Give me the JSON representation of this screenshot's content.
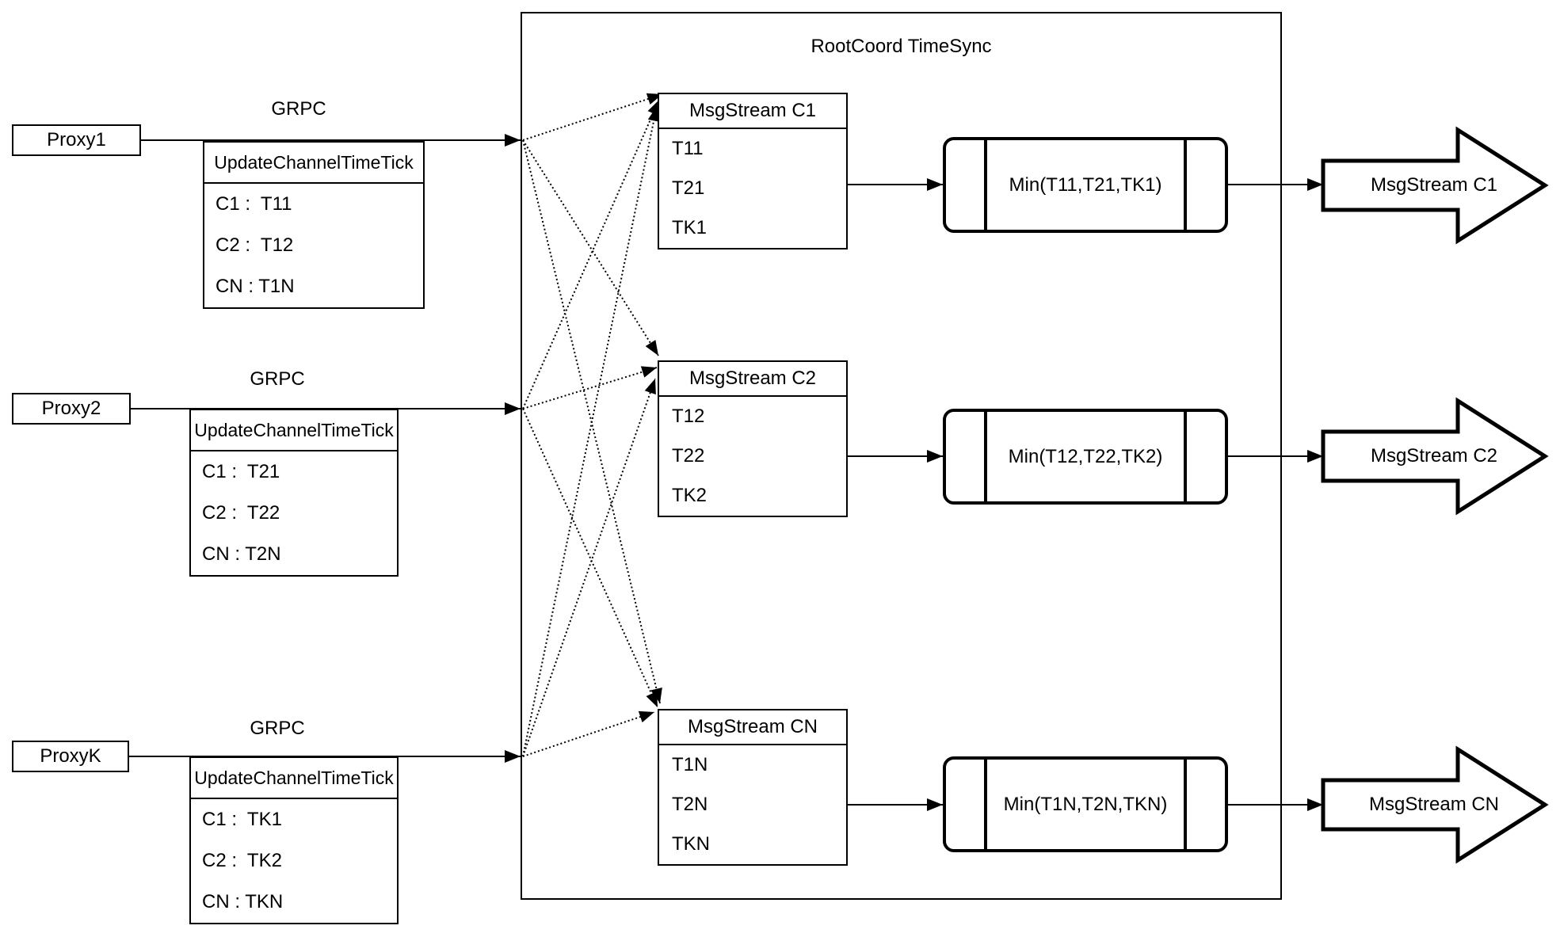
{
  "title": "RootCoord TimeSync",
  "rows": [
    {
      "proxy_label": "Proxy1",
      "protocol_label": "GRPC",
      "request_header": "UpdateChannelTimeTick",
      "request_entries": [
        "C1 :  T11",
        "C2 :  T12",
        "CN : T1N"
      ],
      "stream_header": "MsgStream C1",
      "stream_entries": [
        "T11",
        "T21",
        "TK1"
      ],
      "min_label": "Min(T11,T21,TK1)",
      "output_arrow_label": "MsgStream C1"
    },
    {
      "proxy_label": "Proxy2",
      "protocol_label": "GRPC",
      "request_header": "UpdateChannelTimeTick",
      "request_entries": [
        "C1 :  T21",
        "C2 :  T22",
        "CN : T2N"
      ],
      "stream_header": "MsgStream C2",
      "stream_entries": [
        "T12",
        "T22",
        "TK2"
      ],
      "min_label": "Min(T12,T22,TK2)",
      "output_arrow_label": "MsgStream C2"
    },
    {
      "proxy_label": "ProxyK",
      "protocol_label": "GRPC",
      "request_header": "UpdateChannelTimeTick",
      "request_entries": [
        "C1 :  TK1",
        "C2 :  TK2",
        "CN : TKN"
      ],
      "stream_header": "MsgStream CN",
      "stream_entries": [
        "T1N",
        "T2N",
        "TKN"
      ],
      "min_label": "Min(T1N,T2N,TKN)",
      "output_arrow_label": "MsgStream CN"
    }
  ],
  "colors": {
    "stroke": "#000000",
    "background": "#ffffff"
  }
}
